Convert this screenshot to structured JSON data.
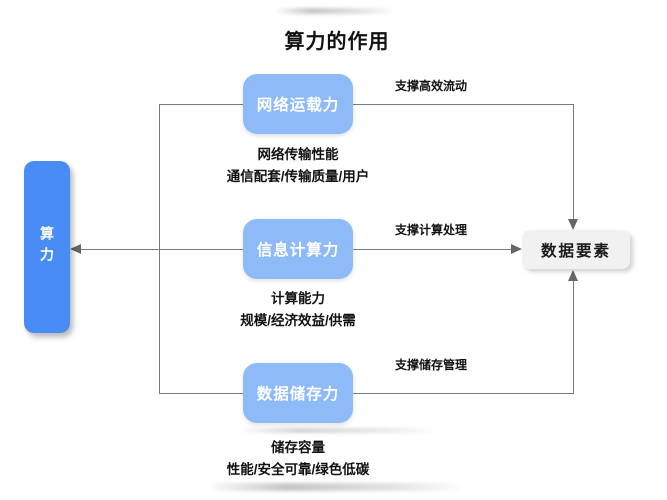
{
  "title": "算力的作用",
  "colors": {
    "primary_blue": "#4A8CF5",
    "light_blue": "#8EBAF7",
    "gray_box": "#F1F1F1",
    "line_gray": "#7A7A7A",
    "text_dark": "#1A1A1A"
  },
  "source_node": {
    "label": "算力"
  },
  "target_node": {
    "label": "数据要素"
  },
  "branches": [
    {
      "box": "网络运载力",
      "sub_line1": "网络传输性能",
      "sub_line2": "通信配套/传输质量/用户",
      "edge_label": "支撑高效流动"
    },
    {
      "box": "信息计算力",
      "sub_line1": "计算能力",
      "sub_line2": "规模/经济效益/供需",
      "edge_label": "支撑计算处理"
    },
    {
      "box": "数据储存力",
      "sub_line1": "储存容量",
      "sub_line2": "性能/安全可靠/绿色低碳",
      "edge_label": "支撑储存管理"
    }
  ]
}
